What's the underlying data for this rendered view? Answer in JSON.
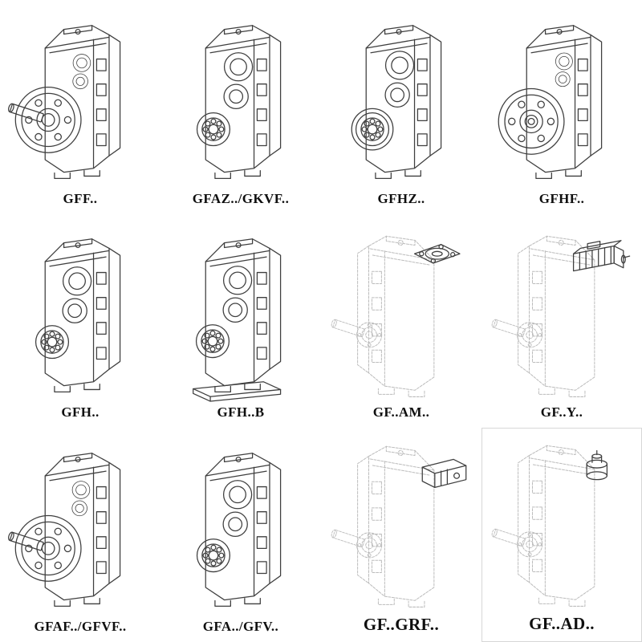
{
  "colors": {
    "background": "#ffffff",
    "ink": "#3f3f3f",
    "faint": "#bcbcbc",
    "label": "#0f0f0f"
  },
  "grid": {
    "cells": [
      {
        "label": "GFF..",
        "drawing": "gearbox-output-flange-solid-shaft"
      },
      {
        "label": "GFAZ../GKVF..",
        "drawing": "gearbox-hollow-shaft-bearing"
      },
      {
        "label": "GFHZ..",
        "drawing": "gearbox-hollow-shaft-shrink-disc"
      },
      {
        "label": "GFHF..",
        "drawing": "gearbox-flange-hollow-shaft"
      },
      {
        "label": "GFH..",
        "drawing": "gearbox-hollow-shaft-bearing"
      },
      {
        "label": "GFH..B",
        "drawing": "gearbox-hollow-shaft-base-plate"
      },
      {
        "label": "GF..AM..",
        "drawing": "gearbox-with-motor-mounting-flange"
      },
      {
        "label": "GF..Y..",
        "drawing": "gearbox-with-mounted-motor"
      },
      {
        "label": "GFAF../GFVF..",
        "drawing": "gearbox-output-flange-solid-shaft"
      },
      {
        "label": "GFA../GFV..",
        "drawing": "gearbox-hollow-shaft-bearing"
      },
      {
        "label": "GF..GRF..",
        "drawing": "gearbox-with-primary-gear-unit"
      },
      {
        "label": "GF..AD..",
        "drawing": "gearbox-with-input-shaft-adapter"
      }
    ]
  }
}
